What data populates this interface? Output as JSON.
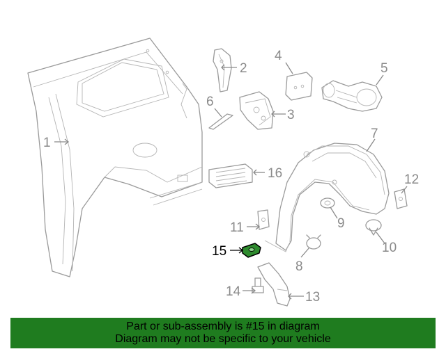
{
  "diagram": {
    "callouts": [
      {
        "id": "1",
        "label": "1"
      },
      {
        "id": "2",
        "label": "2"
      },
      {
        "id": "3",
        "label": "3"
      },
      {
        "id": "4",
        "label": "4"
      },
      {
        "id": "5",
        "label": "5"
      },
      {
        "id": "6",
        "label": "6"
      },
      {
        "id": "7",
        "label": "7"
      },
      {
        "id": "8",
        "label": "8"
      },
      {
        "id": "9",
        "label": "9"
      },
      {
        "id": "10",
        "label": "10"
      },
      {
        "id": "11",
        "label": "11"
      },
      {
        "id": "12",
        "label": "12"
      },
      {
        "id": "13",
        "label": "13"
      },
      {
        "id": "14",
        "label": "14"
      },
      {
        "id": "15",
        "label": "15"
      },
      {
        "id": "16",
        "label": "16"
      }
    ],
    "highlighted_part": "15",
    "highlight_color": "#2e8b2e"
  },
  "banner": {
    "line1": "Part or sub-assembly is #15 in diagram",
    "line2": "Diagram may not be specific to your vehicle",
    "background_color": "#1f7c1f"
  }
}
